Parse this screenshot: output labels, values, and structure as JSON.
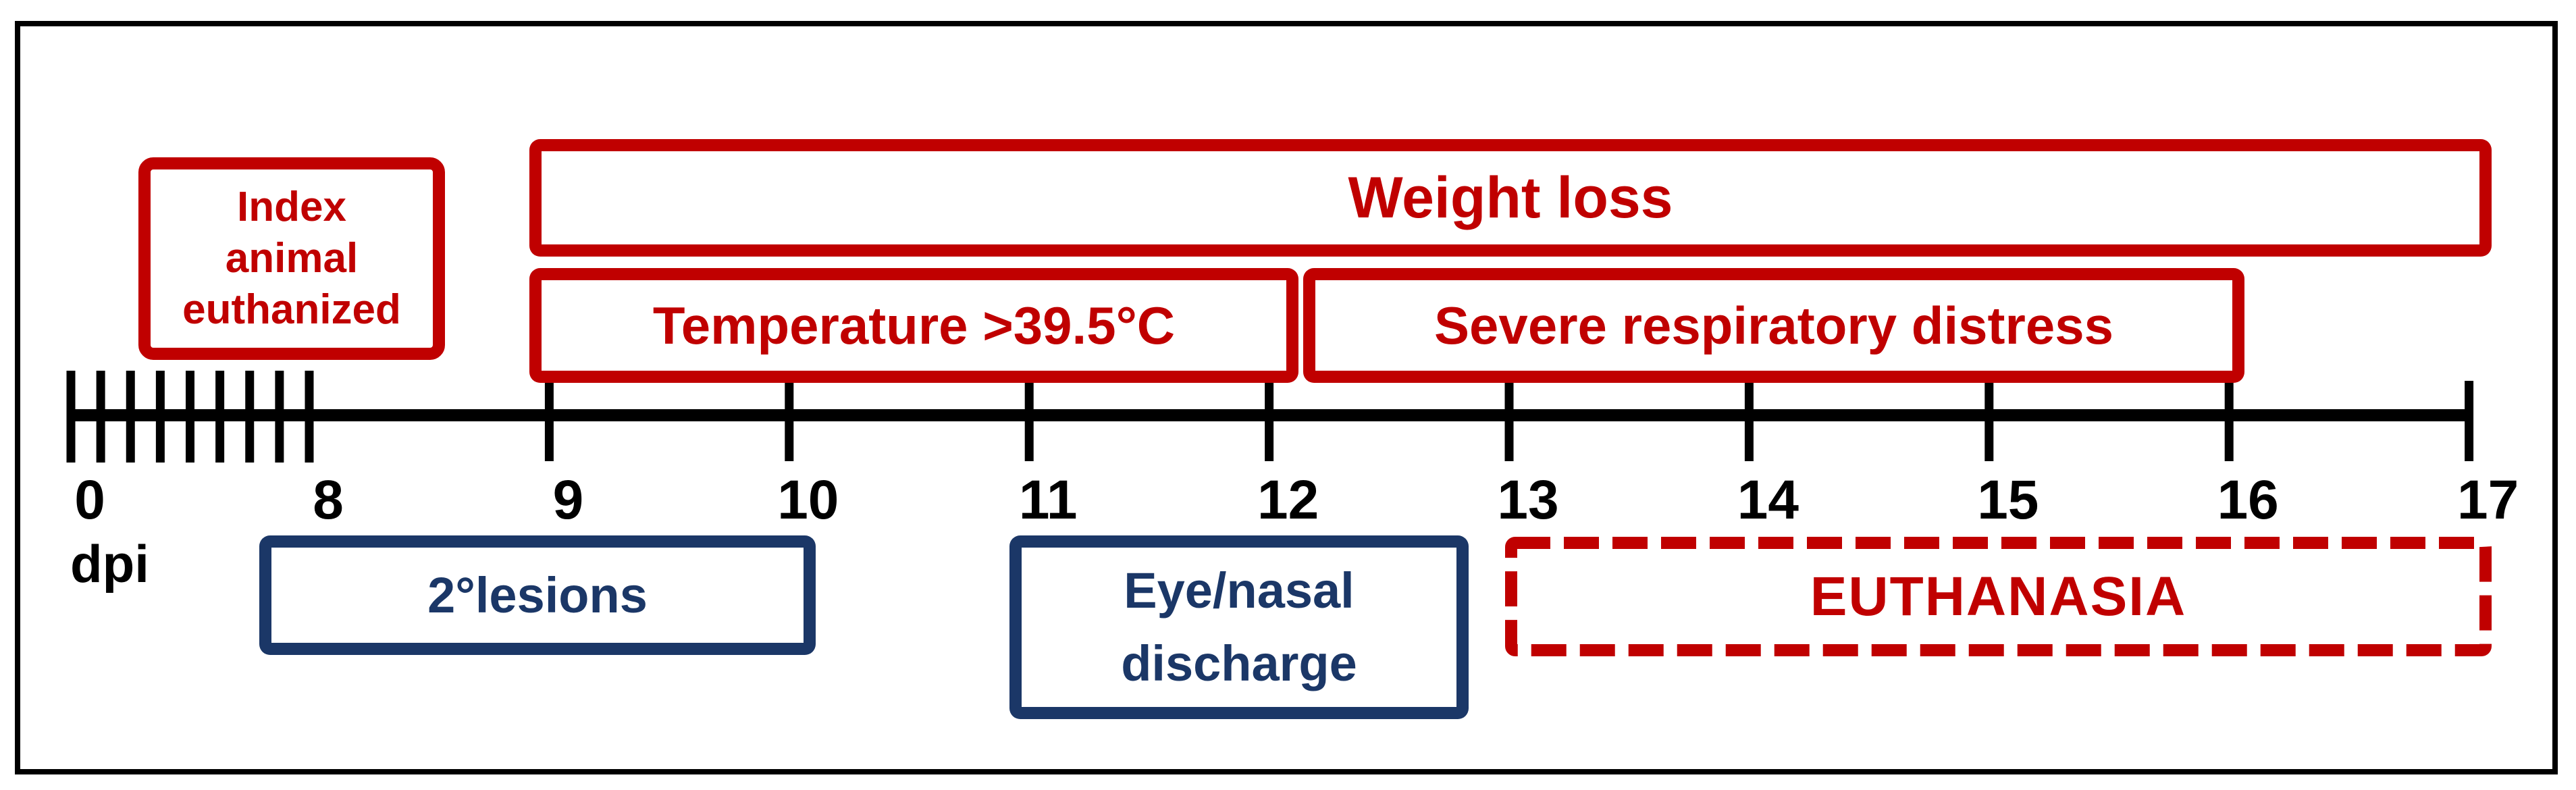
{
  "figure": {
    "description": "Timeline of clinical signs in days post infection (dpi)",
    "colors": {
      "red": "#C00000",
      "navy": "#1B3767",
      "black": "#000000"
    }
  },
  "timeline": {
    "unit_label": "dpi",
    "axis_range_days": [
      0,
      17
    ],
    "minor_tick_days": [
      0,
      1,
      2,
      3,
      4,
      5,
      6,
      7,
      8
    ],
    "major_tick_days": [
      9,
      10,
      11,
      12,
      13,
      14,
      15,
      16,
      17
    ],
    "tick_labels": [
      {
        "text": "0",
        "day": 0
      },
      {
        "text": "8",
        "day": 8
      },
      {
        "text": "9",
        "day": 9
      },
      {
        "text": "10",
        "day": 10
      },
      {
        "text": "11",
        "day": 11
      },
      {
        "text": "12",
        "day": 12
      },
      {
        "text": "13",
        "day": 13
      },
      {
        "text": "14",
        "day": 14
      },
      {
        "text": "15",
        "day": 15
      },
      {
        "text": "16",
        "day": 16
      },
      {
        "text": "17",
        "day": 17
      }
    ]
  },
  "events": {
    "index_animal_euthanized": {
      "lines": [
        "Index",
        "animal",
        "euthanized"
      ],
      "style": "red-solid-box",
      "row": "above-axis",
      "approx_day_span": [
        2,
        8.5
      ]
    },
    "weight_loss": {
      "label": "Weight loss",
      "style": "red-solid-box",
      "row": "above-axis",
      "approx_day_span": [
        9,
        17
      ]
    },
    "temperature": {
      "label": "Temperature >39.5°C",
      "style": "red-solid-box",
      "row": "above-axis",
      "approx_day_span": [
        9,
        12
      ]
    },
    "severe_respiratory_distress": {
      "label": "Severe respiratory distress",
      "style": "red-solid-box",
      "row": "above-axis",
      "approx_day_span": [
        12,
        16
      ]
    },
    "secondary_lesions": {
      "label": "2°lesions",
      "style": "navy-solid-box",
      "row": "below-axis",
      "approx_day_span": [
        8,
        10
      ]
    },
    "eye_nasal_discharge": {
      "lines": [
        "Eye/nasal",
        "discharge"
      ],
      "style": "navy-solid-box",
      "row": "below-axis",
      "approx_day_span": [
        11,
        13
      ]
    },
    "euthanasia": {
      "label": "EUTHANASIA",
      "style": "red-dashed-box",
      "row": "below-axis",
      "approx_day_span": [
        13,
        17
      ]
    }
  }
}
